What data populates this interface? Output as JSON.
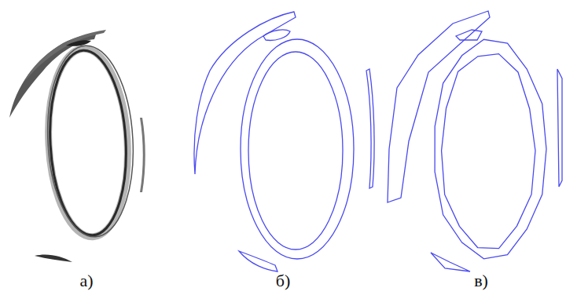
{
  "diagram": {
    "labels": [
      "а)",
      "б)",
      "в)"
    ]
  }
}
